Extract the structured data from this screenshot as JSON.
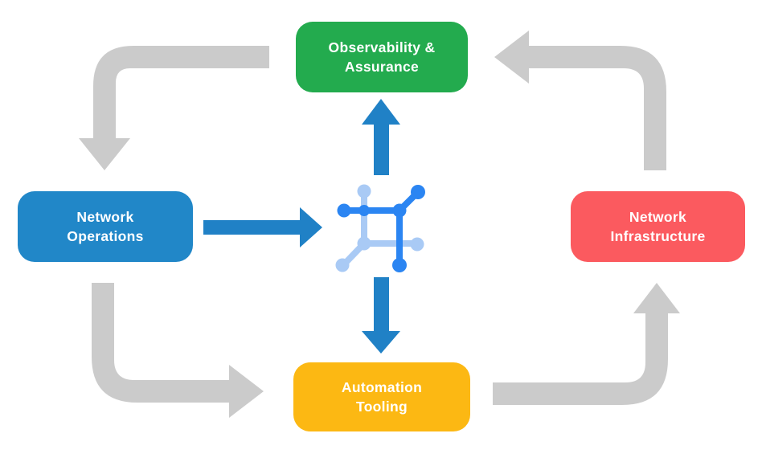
{
  "colors": {
    "background": "#ffffff",
    "node_green": "#23AB4E",
    "node_blue": "#2187C8",
    "node_red": "#FB5A5F",
    "node_yellow": "#FCB813",
    "arrow_gray": "#CBCBCB",
    "arrow_blue": "#2081C6",
    "icon_blue_dark": "#2B85F2",
    "icon_blue_light": "#A9CAF5"
  },
  "nodes": {
    "observability": {
      "line1": "Observability &",
      "line2": "Assurance"
    },
    "operations": {
      "line1": "Network",
      "line2": "Operations"
    },
    "infrastructure": {
      "line1": "Network",
      "line2": "Infrastructure"
    },
    "automation": {
      "line1": "Automation",
      "line2": "Tooling"
    }
  },
  "center_icon": "network-nodes-icon",
  "arrows": [
    {
      "from": "Observability & Assurance",
      "to": "Network Operations",
      "style": "gray"
    },
    {
      "from": "Network Operations",
      "to": "Automation Tooling",
      "style": "gray"
    },
    {
      "from": "Automation Tooling",
      "to": "Network Infrastructure",
      "style": "gray"
    },
    {
      "from": "Network Infrastructure",
      "to": "Observability & Assurance",
      "style": "gray"
    },
    {
      "from": "Network Operations",
      "to": "center-icon",
      "style": "blue"
    },
    {
      "from": "center-icon",
      "to": "Observability & Assurance",
      "style": "blue"
    },
    {
      "from": "center-icon",
      "to": "Automation Tooling",
      "style": "blue"
    }
  ]
}
